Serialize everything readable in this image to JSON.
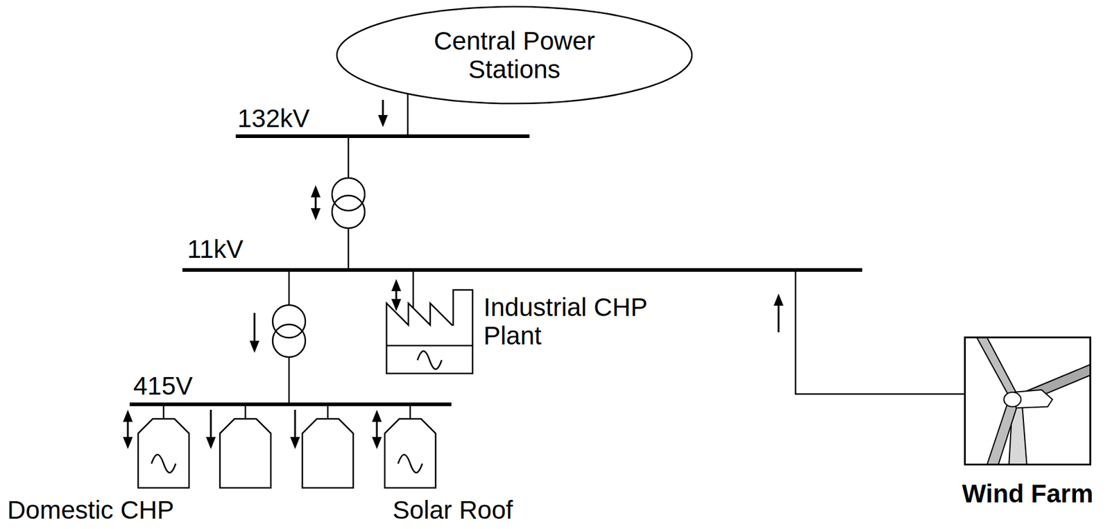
{
  "diagram": {
    "nodes": [
      {
        "text": [
          "Central Power Stations"
        ]
      },
      {
        "text": [
          "132kV"
        ]
      },
      {
        "text": [
          "11kV"
        ]
      },
      {
        "text": [
          "Industrial CHP Plant"
        ]
      },
      {
        "text": [
          "415V"
        ]
      },
      {
        "text": [
          "Domestic CHP"
        ]
      },
      {
        "text": [
          "Solar Roof"
        ]
      },
      {
        "text": [
          "Wind Farm"
        ]
      }
    ],
    "edges": [
      {
        "from": 0,
        "to": 1,
        "arrow": "to"
      },
      {
        "from": 1,
        "to": 2,
        "arrow": "both"
      },
      {
        "from": 2,
        "to": 4,
        "arrow": "to"
      },
      {
        "from": 3,
        "to": 2,
        "arrow": "both"
      },
      {
        "from": 7,
        "to": 2,
        "arrow": "to"
      },
      {
        "from": 5,
        "to": 4,
        "arrow": "both"
      },
      {
        "from": 6,
        "to": 4,
        "arrow": "both"
      }
    ]
  }
}
